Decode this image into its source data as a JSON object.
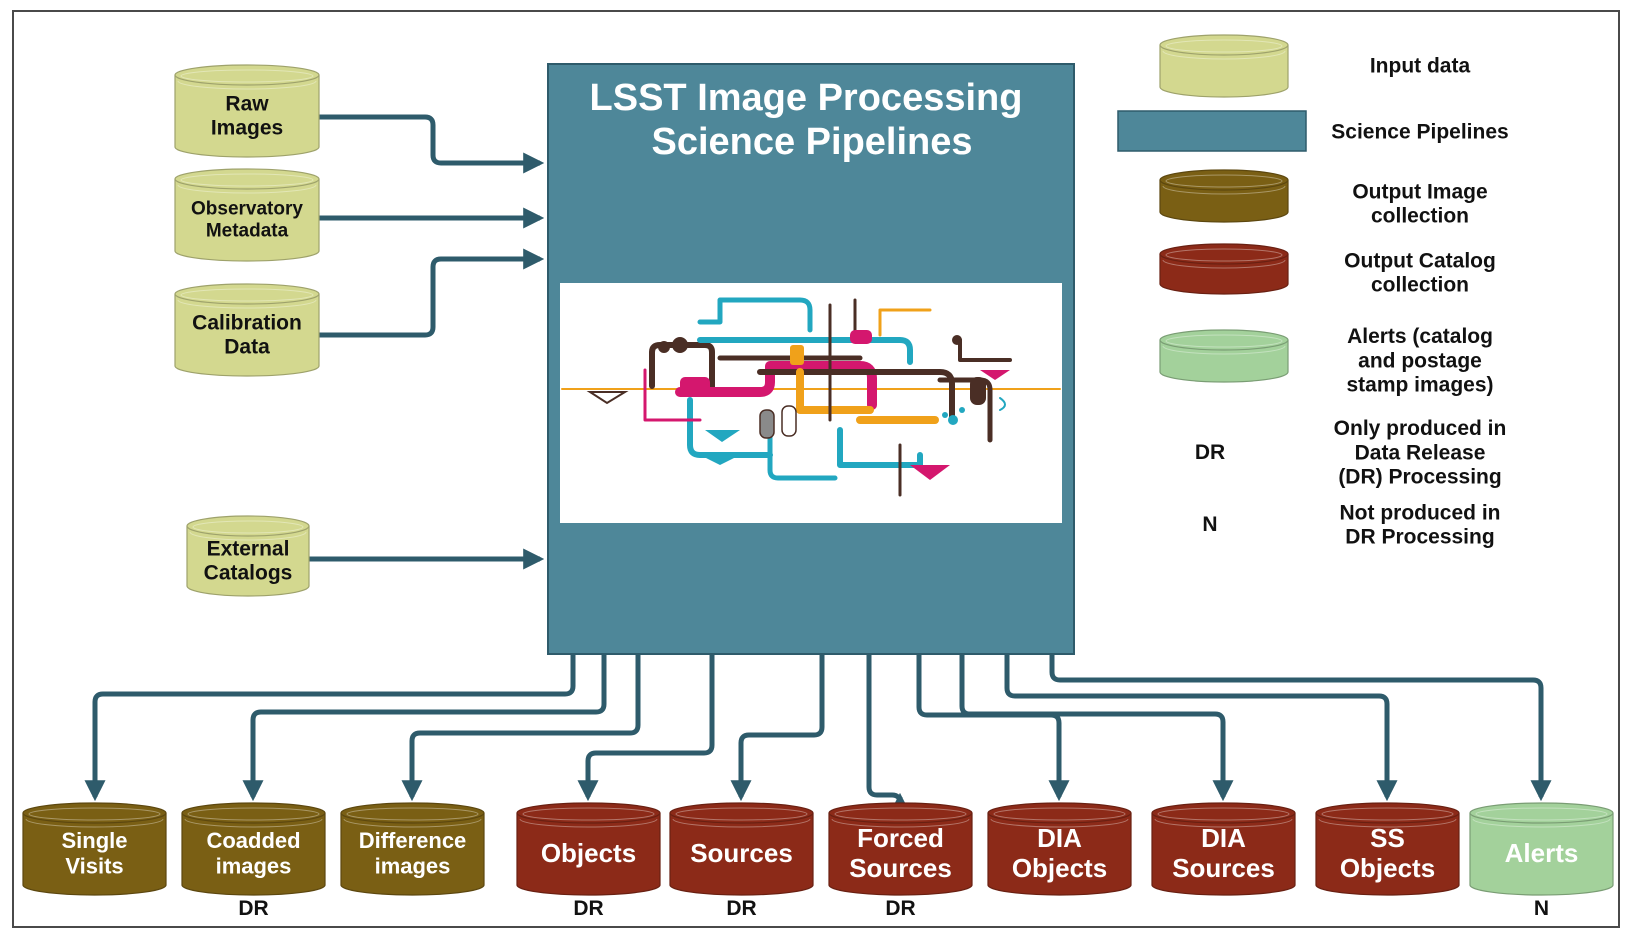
{
  "title": {
    "line1": "LSST Image Processing",
    "line2": "Science Pipelines"
  },
  "colors": {
    "input": "#d3d88f",
    "pipeline": "#4e8799",
    "output_image": "#7a5f14",
    "output_catalog": "#8c2a18",
    "alert": "#a3d19b",
    "arrow": "#2e5b6b"
  },
  "inputs": [
    {
      "lines": [
        "Raw",
        "Images"
      ]
    },
    {
      "lines": [
        "Observatory",
        "Metadata"
      ]
    },
    {
      "lines": [
        "Calibration",
        "Data"
      ]
    },
    {
      "lines": [
        "External",
        "Catalogs"
      ]
    }
  ],
  "outputs": [
    {
      "lines": [
        "Single",
        "Visits"
      ],
      "tag": "",
      "kind": "image"
    },
    {
      "lines": [
        "Coadded",
        "images"
      ],
      "tag": "DR",
      "kind": "image"
    },
    {
      "lines": [
        "Difference",
        "images"
      ],
      "tag": "",
      "kind": "image"
    },
    {
      "lines": [
        "Objects"
      ],
      "tag": "DR",
      "kind": "catalog"
    },
    {
      "lines": [
        "Sources"
      ],
      "tag": "DR",
      "kind": "catalog"
    },
    {
      "lines": [
        "Forced",
        "Sources"
      ],
      "tag": "DR",
      "kind": "catalog"
    },
    {
      "lines": [
        "DIA",
        "Objects"
      ],
      "tag": "",
      "kind": "catalog"
    },
    {
      "lines": [
        "DIA",
        "Sources"
      ],
      "tag": "",
      "kind": "catalog"
    },
    {
      "lines": [
        "SS",
        "Objects"
      ],
      "tag": "",
      "kind": "catalog"
    },
    {
      "lines": [
        "Alerts"
      ],
      "tag": "N",
      "kind": "alert"
    }
  ],
  "legend": [
    {
      "symbol": "input",
      "lines": [
        "Input data"
      ]
    },
    {
      "symbol": "pipeline",
      "lines": [
        "Science Pipelines"
      ]
    },
    {
      "symbol": "image",
      "lines": [
        "Output Image",
        "collection"
      ]
    },
    {
      "symbol": "catalog",
      "lines": [
        "Output Catalog",
        "collection"
      ]
    },
    {
      "symbol": "alert",
      "lines": [
        "Alerts (catalog",
        "and postage",
        "stamp images)"
      ]
    },
    {
      "symbol": "text",
      "code": "DR",
      "lines": [
        "Only produced in",
        "Data Release",
        "(DR) Processing"
      ]
    },
    {
      "symbol": "text",
      "code": "N",
      "lines": [
        "Not produced in",
        "DR Processing"
      ]
    }
  ]
}
